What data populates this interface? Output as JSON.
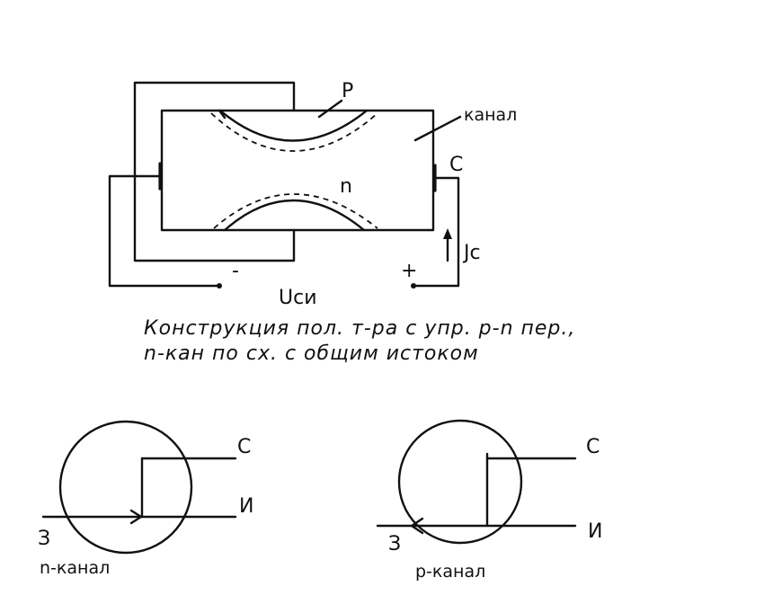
{
  "diagram": {
    "label_p": "P",
    "label_kanal": "канал",
    "label_c_main": "С",
    "label_n_main": "n",
    "label_minus": "-",
    "label_plus": "+",
    "label_ic": "Jс",
    "label_usi": "Uси",
    "caption_line1": "Конструкция пол. т-ра с упр. р-n пер.,",
    "caption_line2": "n-кан по сх. с общим истоком"
  },
  "symbol_n": {
    "label_c": "С",
    "label_i": "И",
    "label_z": "З",
    "label_name": "n-канал"
  },
  "symbol_p": {
    "label_c": "С",
    "label_i": "И",
    "label_z": "З",
    "label_name": "р-канал"
  }
}
